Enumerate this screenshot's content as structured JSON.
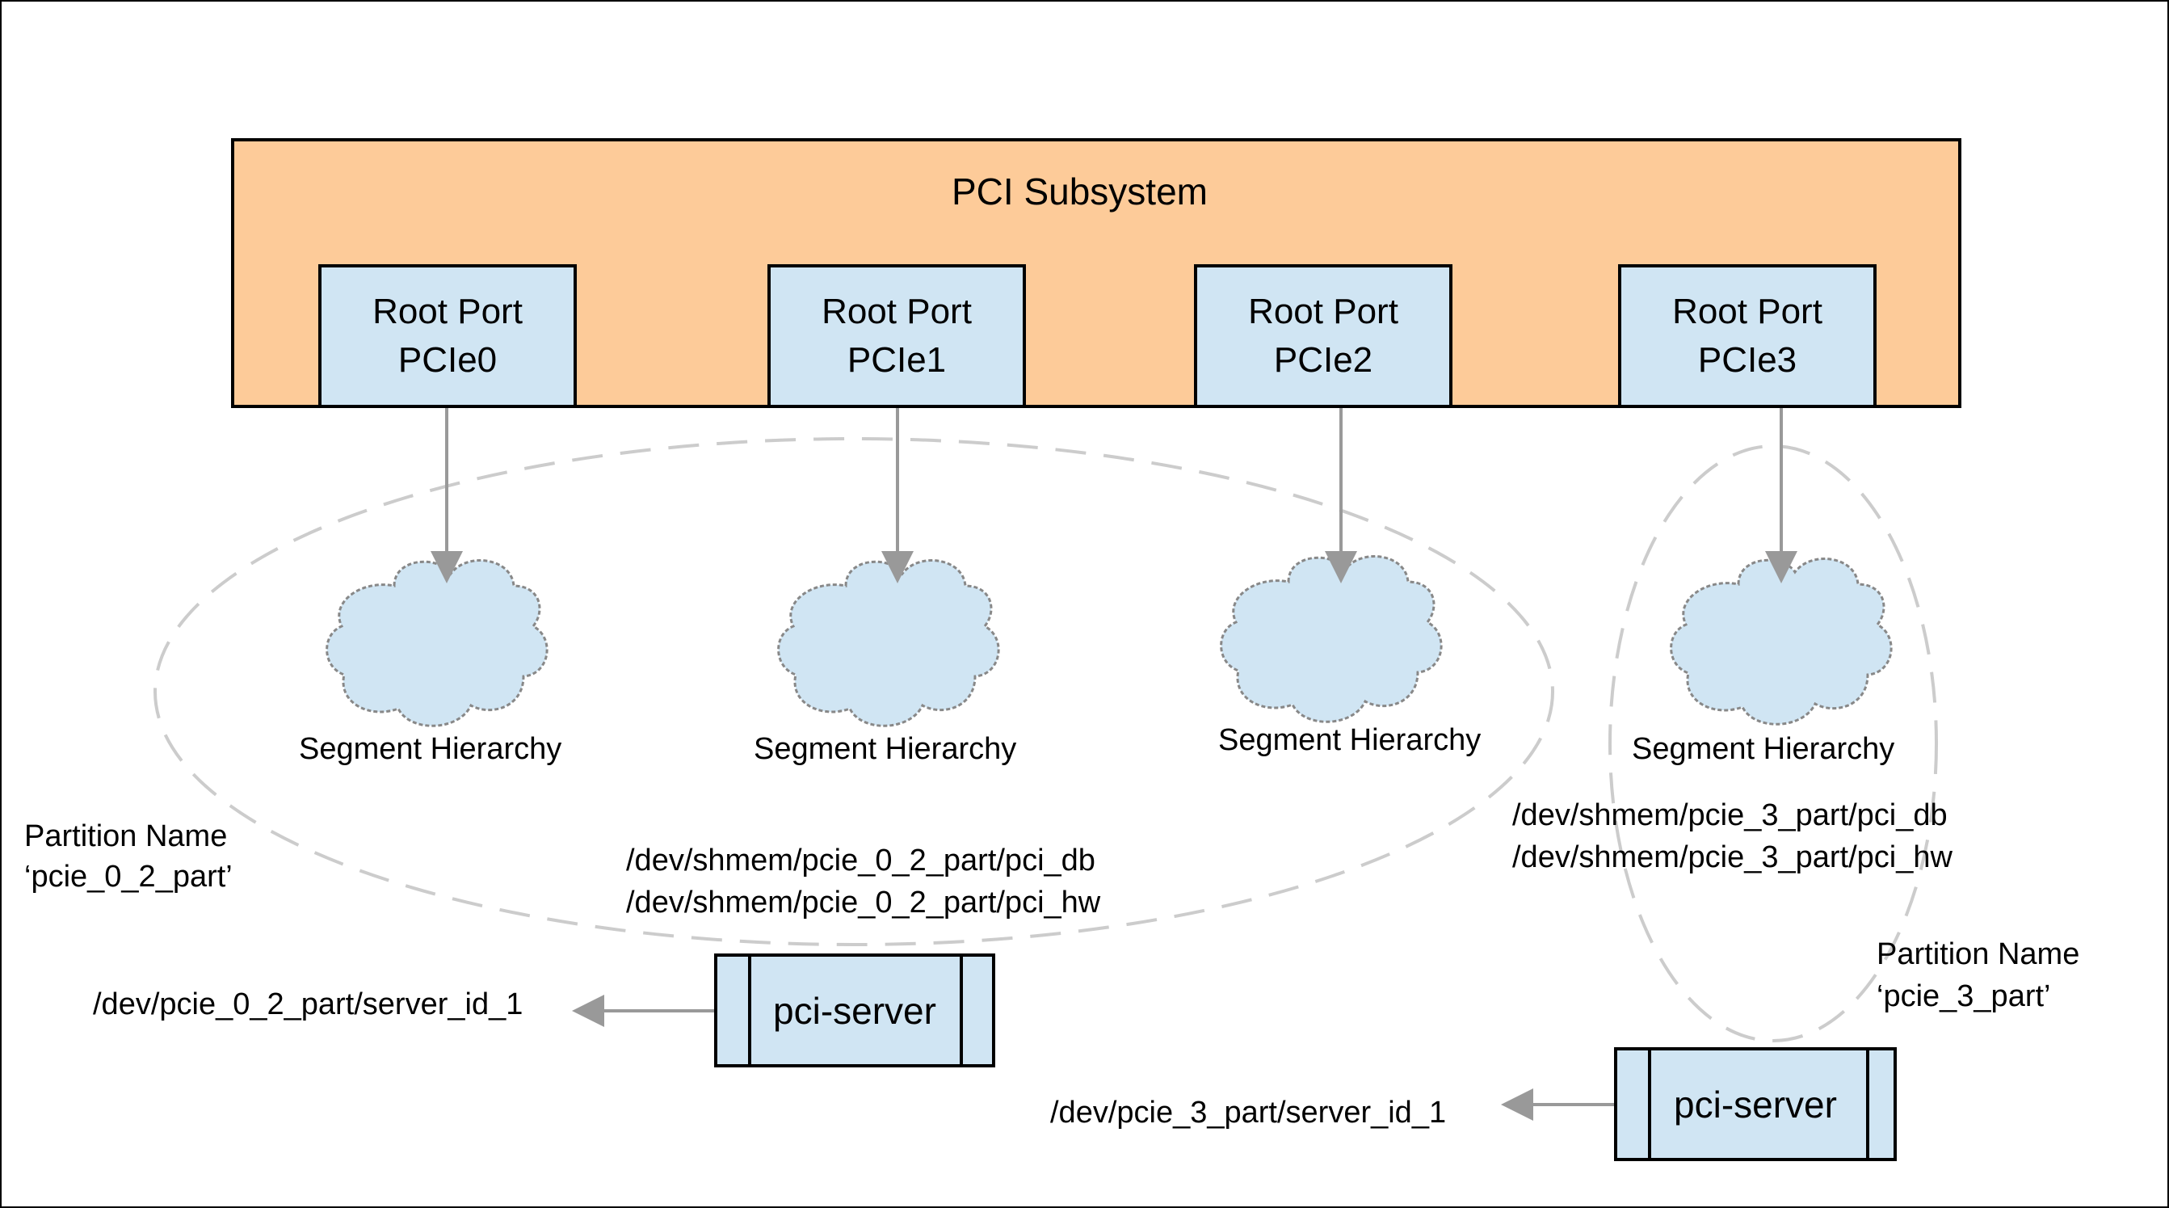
{
  "title": "PCI Subsystem",
  "root_ports": [
    {
      "line1": "Root Port",
      "line2": "PCIe0"
    },
    {
      "line1": "Root Port",
      "line2": "PCIe1"
    },
    {
      "line1": "Root Port",
      "line2": "PCIe2"
    },
    {
      "line1": "Root Port",
      "line2": "PCIe3"
    }
  ],
  "segments": [
    {
      "label": "Segment Hierarchy"
    },
    {
      "label": "Segment Hierarchy"
    },
    {
      "label": "Segment Hierarchy"
    },
    {
      "label": "Segment Hierarchy"
    }
  ],
  "partitions": [
    {
      "name_label": "Partition Name",
      "name_value": "‘pcie_0_2_part’",
      "shmem_db": "/dev/shmem/pcie_0_2_part/pci_db",
      "shmem_hw": "/dev/shmem/pcie_0_2_part/pci_hw",
      "server_label": "pci-server",
      "server_path": "/dev/pcie_0_2_part/server_id_1"
    },
    {
      "name_label": "Partition Name",
      "name_value": "‘pcie_3_part’",
      "shmem_db": "/dev/shmem/pcie_3_part/pci_db",
      "shmem_hw": "/dev/shmem/pcie_3_part/pci_hw",
      "server_label": "pci-server",
      "server_path": "/dev/pcie_3_part/server_id_1"
    }
  ],
  "colors": {
    "subsystem_fill": "#fdcb99",
    "port_fill": "#d0e5f3",
    "cloud_fill": "#d0e5f3",
    "arrow": "#999999",
    "ellipse_dash": "#cccccc"
  }
}
